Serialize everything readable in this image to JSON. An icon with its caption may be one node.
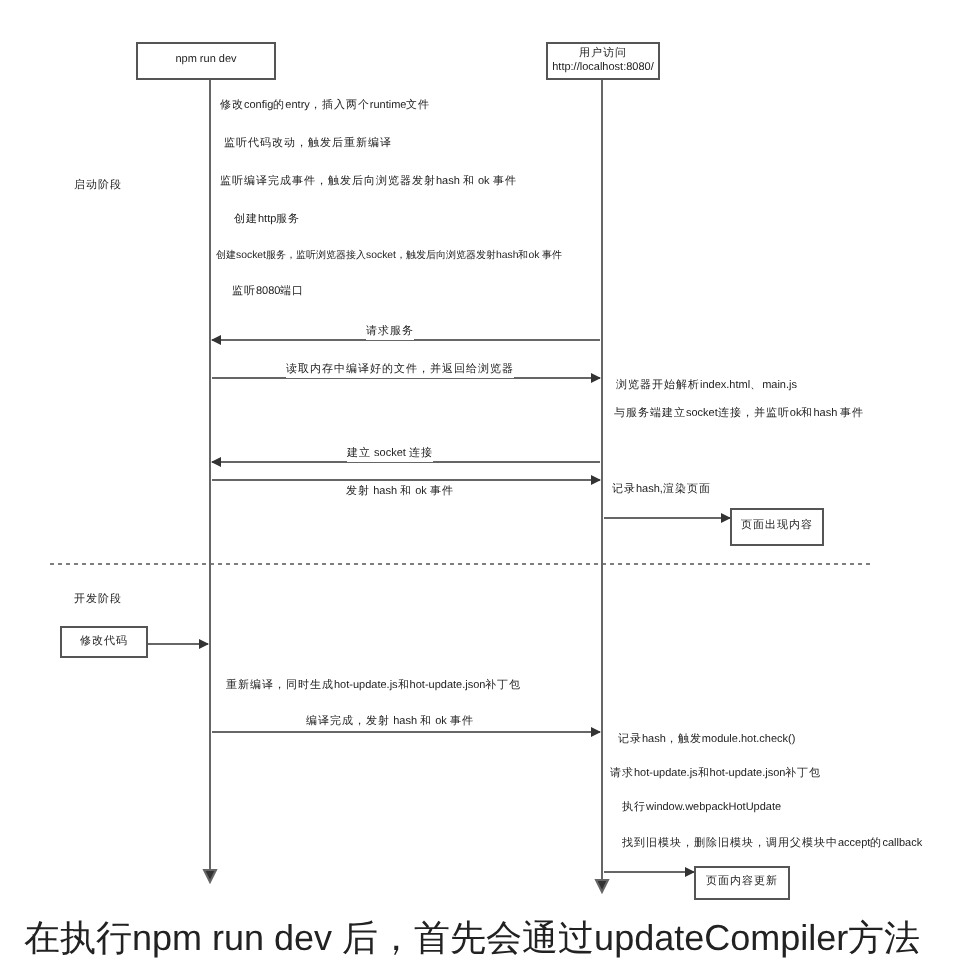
{
  "diagram": {
    "nodes": [
      {
        "text": [
          "npm  run dev"
        ]
      },
      {
        "text": [],
        "shape": "bar"
      },
      {
        "text": [
          "用户访问 http://localhost:8080/"
        ]
      },
      {
        "text": [],
        "shape": "bar"
      },
      {
        "text": [
          "页面出现内容"
        ]
      },
      {
        "text": [
          "修改代码"
        ]
      },
      {
        "text": [
          "页面内容更新"
        ]
      }
    ],
    "edges": [
      {
        "from": 3,
        "to": 1,
        "label": "请求服务",
        "arrow": "to"
      },
      {
        "from": 1,
        "to": 3,
        "label": "读取内存中编译好的文件，并返回给浏览器",
        "arrow": "to"
      },
      {
        "from": 3,
        "to": 1,
        "label": "建立 socket 连接",
        "arrow": "to"
      },
      {
        "from": 1,
        "to": 3,
        "label": "发射 hash 和 ok 事件",
        "arrow": "to"
      },
      {
        "from": 3,
        "to": 4,
        "arrow": "to"
      },
      {
        "from": 5,
        "to": 1,
        "arrow": "to"
      },
      {
        "from": 1,
        "to": 3,
        "label": "编译完成，发射 hash 和 ok 事件",
        "arrow": "to"
      },
      {
        "from": 3,
        "to": 6,
        "arrow": "to"
      }
    ],
    "labels": [
      "修改config的entry，插入两个runtime文件",
      "监听代码改动，触发后重新编译",
      "启动阶段",
      "监听编译完成事件，触发后向浏览器发射hash 和 ok 事件",
      "创建http服务",
      "创建socket服务，监听浏览器接入socket，触发后向浏览器发射hash和ok 事件",
      "监听8080端口",
      "浏览器开始解析index.html、main.js",
      "与服务端建立socket连接，并监听ok和hash 事件",
      "记录hash,渲染页面",
      "开发阶段",
      "重新编译，同时生成hot-update.js和hot-update.json补丁包",
      "记录hash，触发module.hot.check()",
      "请求hot-update.js和hot-update.json补丁包",
      "执行window.webpackHotUpdate",
      "找到旧模块，删除旧模块，调用父模块中accept的callback",
      "在执行npm run dev 后，首先会通过updateCompiler方法"
    ]
  }
}
